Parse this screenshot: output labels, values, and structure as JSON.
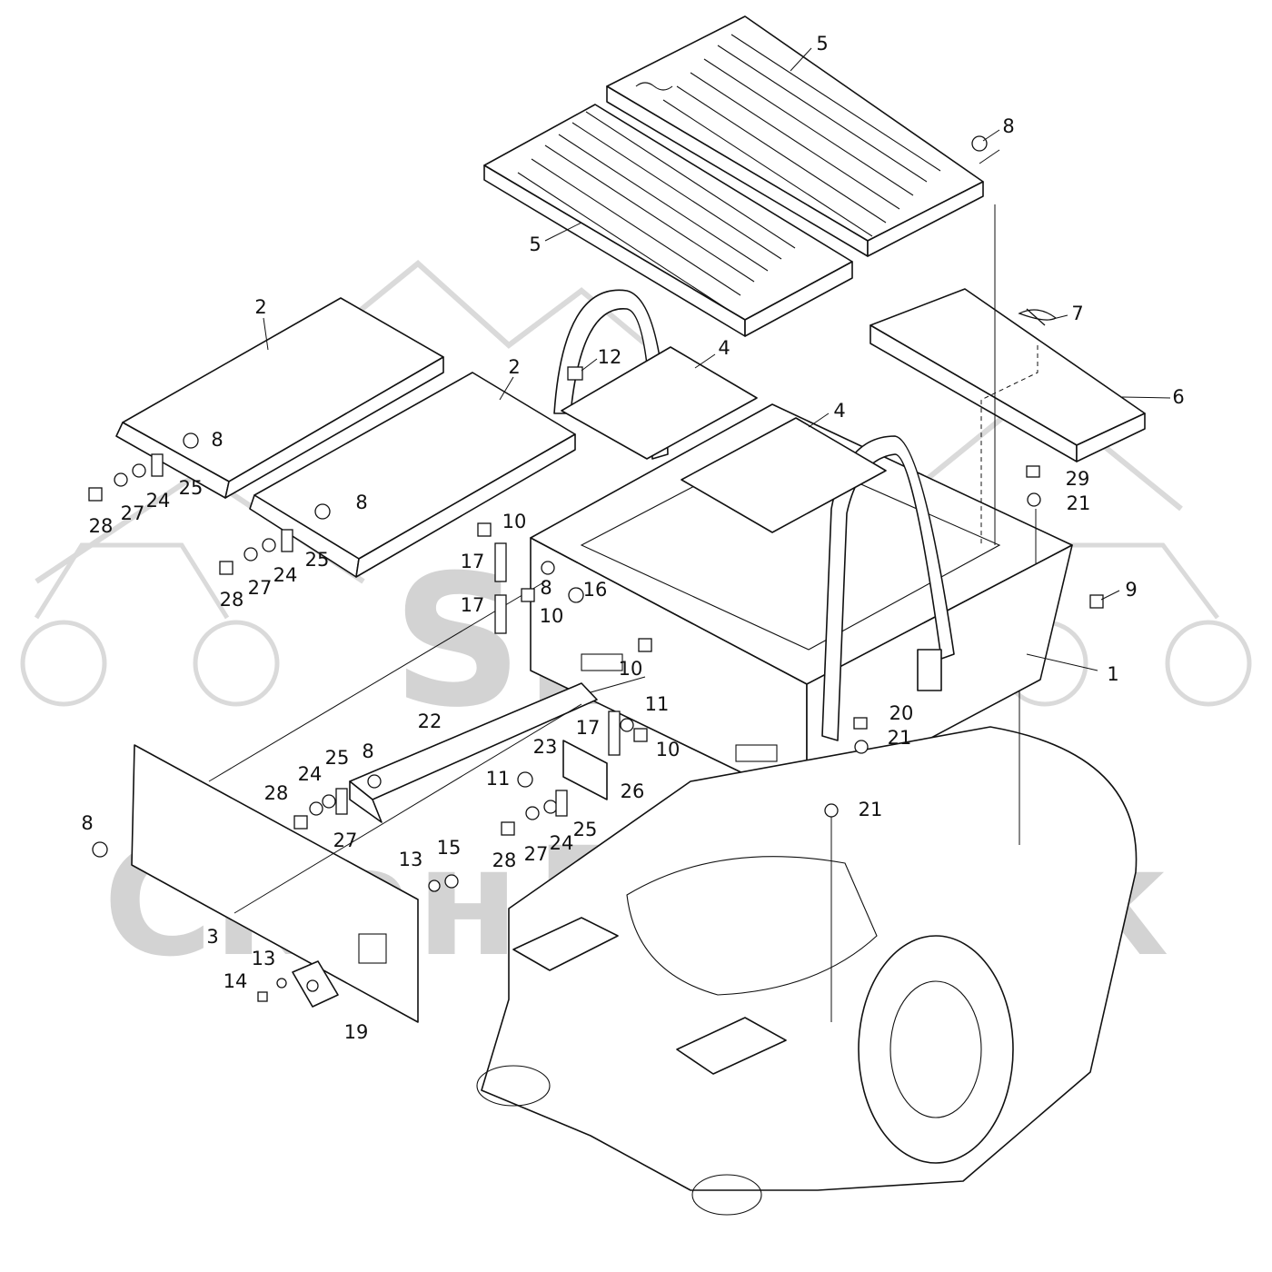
{
  "watermark": {
    "logo_text": "SET",
    "company_text": "СканДорТек",
    "color": "#cfcfcf"
  },
  "line_color": "#111111",
  "callouts": [
    {
      "id": "c5a",
      "label": "5"
    },
    {
      "id": "c5b",
      "label": "5"
    },
    {
      "id": "c8a",
      "label": "8"
    },
    {
      "id": "c7",
      "label": "7"
    },
    {
      "id": "c6",
      "label": "6"
    },
    {
      "id": "c2a",
      "label": "2"
    },
    {
      "id": "c2b",
      "label": "2"
    },
    {
      "id": "c12",
      "label": "12"
    },
    {
      "id": "c4a",
      "label": "4"
    },
    {
      "id": "c4b",
      "label": "4"
    },
    {
      "id": "c29",
      "label": "29"
    },
    {
      "id": "c21a",
      "label": "21"
    },
    {
      "id": "c9",
      "label": "9"
    },
    {
      "id": "c1",
      "label": "1"
    },
    {
      "id": "c8b",
      "label": "8"
    },
    {
      "id": "c25a",
      "label": "25"
    },
    {
      "id": "c24a",
      "label": "24"
    },
    {
      "id": "c27a",
      "label": "27"
    },
    {
      "id": "c28a",
      "label": "28"
    },
    {
      "id": "c8c",
      "label": "8"
    },
    {
      "id": "c25b",
      "label": "25"
    },
    {
      "id": "c24b",
      "label": "24"
    },
    {
      "id": "c27b",
      "label": "27"
    },
    {
      "id": "c28b",
      "label": "28"
    },
    {
      "id": "c10a",
      "label": "10"
    },
    {
      "id": "c17a",
      "label": "17"
    },
    {
      "id": "c8d",
      "label": "8"
    },
    {
      "id": "c16",
      "label": "16"
    },
    {
      "id": "c17b",
      "label": "17"
    },
    {
      "id": "c10b",
      "label": "10"
    },
    {
      "id": "c10c",
      "label": "10"
    },
    {
      "id": "c11a",
      "label": "11"
    },
    {
      "id": "c17c",
      "label": "17"
    },
    {
      "id": "c10d",
      "label": "10"
    },
    {
      "id": "c20",
      "label": "20"
    },
    {
      "id": "c21b",
      "label": "21"
    },
    {
      "id": "c21c",
      "label": "21"
    },
    {
      "id": "c22",
      "label": "22"
    },
    {
      "id": "c23",
      "label": "23"
    },
    {
      "id": "c11b",
      "label": "11"
    },
    {
      "id": "c26",
      "label": "26"
    },
    {
      "id": "c25c",
      "label": "25"
    },
    {
      "id": "c24c",
      "label": "24"
    },
    {
      "id": "c27c",
      "label": "27"
    },
    {
      "id": "c28c",
      "label": "28"
    },
    {
      "id": "c8e",
      "label": "8"
    },
    {
      "id": "c25d",
      "label": "25"
    },
    {
      "id": "c24d",
      "label": "24"
    },
    {
      "id": "c28d",
      "label": "28"
    },
    {
      "id": "c27d",
      "label": "27"
    },
    {
      "id": "c8f",
      "label": "8"
    },
    {
      "id": "c13a",
      "label": "13"
    },
    {
      "id": "c15",
      "label": "15"
    },
    {
      "id": "c3",
      "label": "3"
    },
    {
      "id": "c13b",
      "label": "13"
    },
    {
      "id": "c14",
      "label": "14"
    },
    {
      "id": "c19",
      "label": "19"
    }
  ]
}
